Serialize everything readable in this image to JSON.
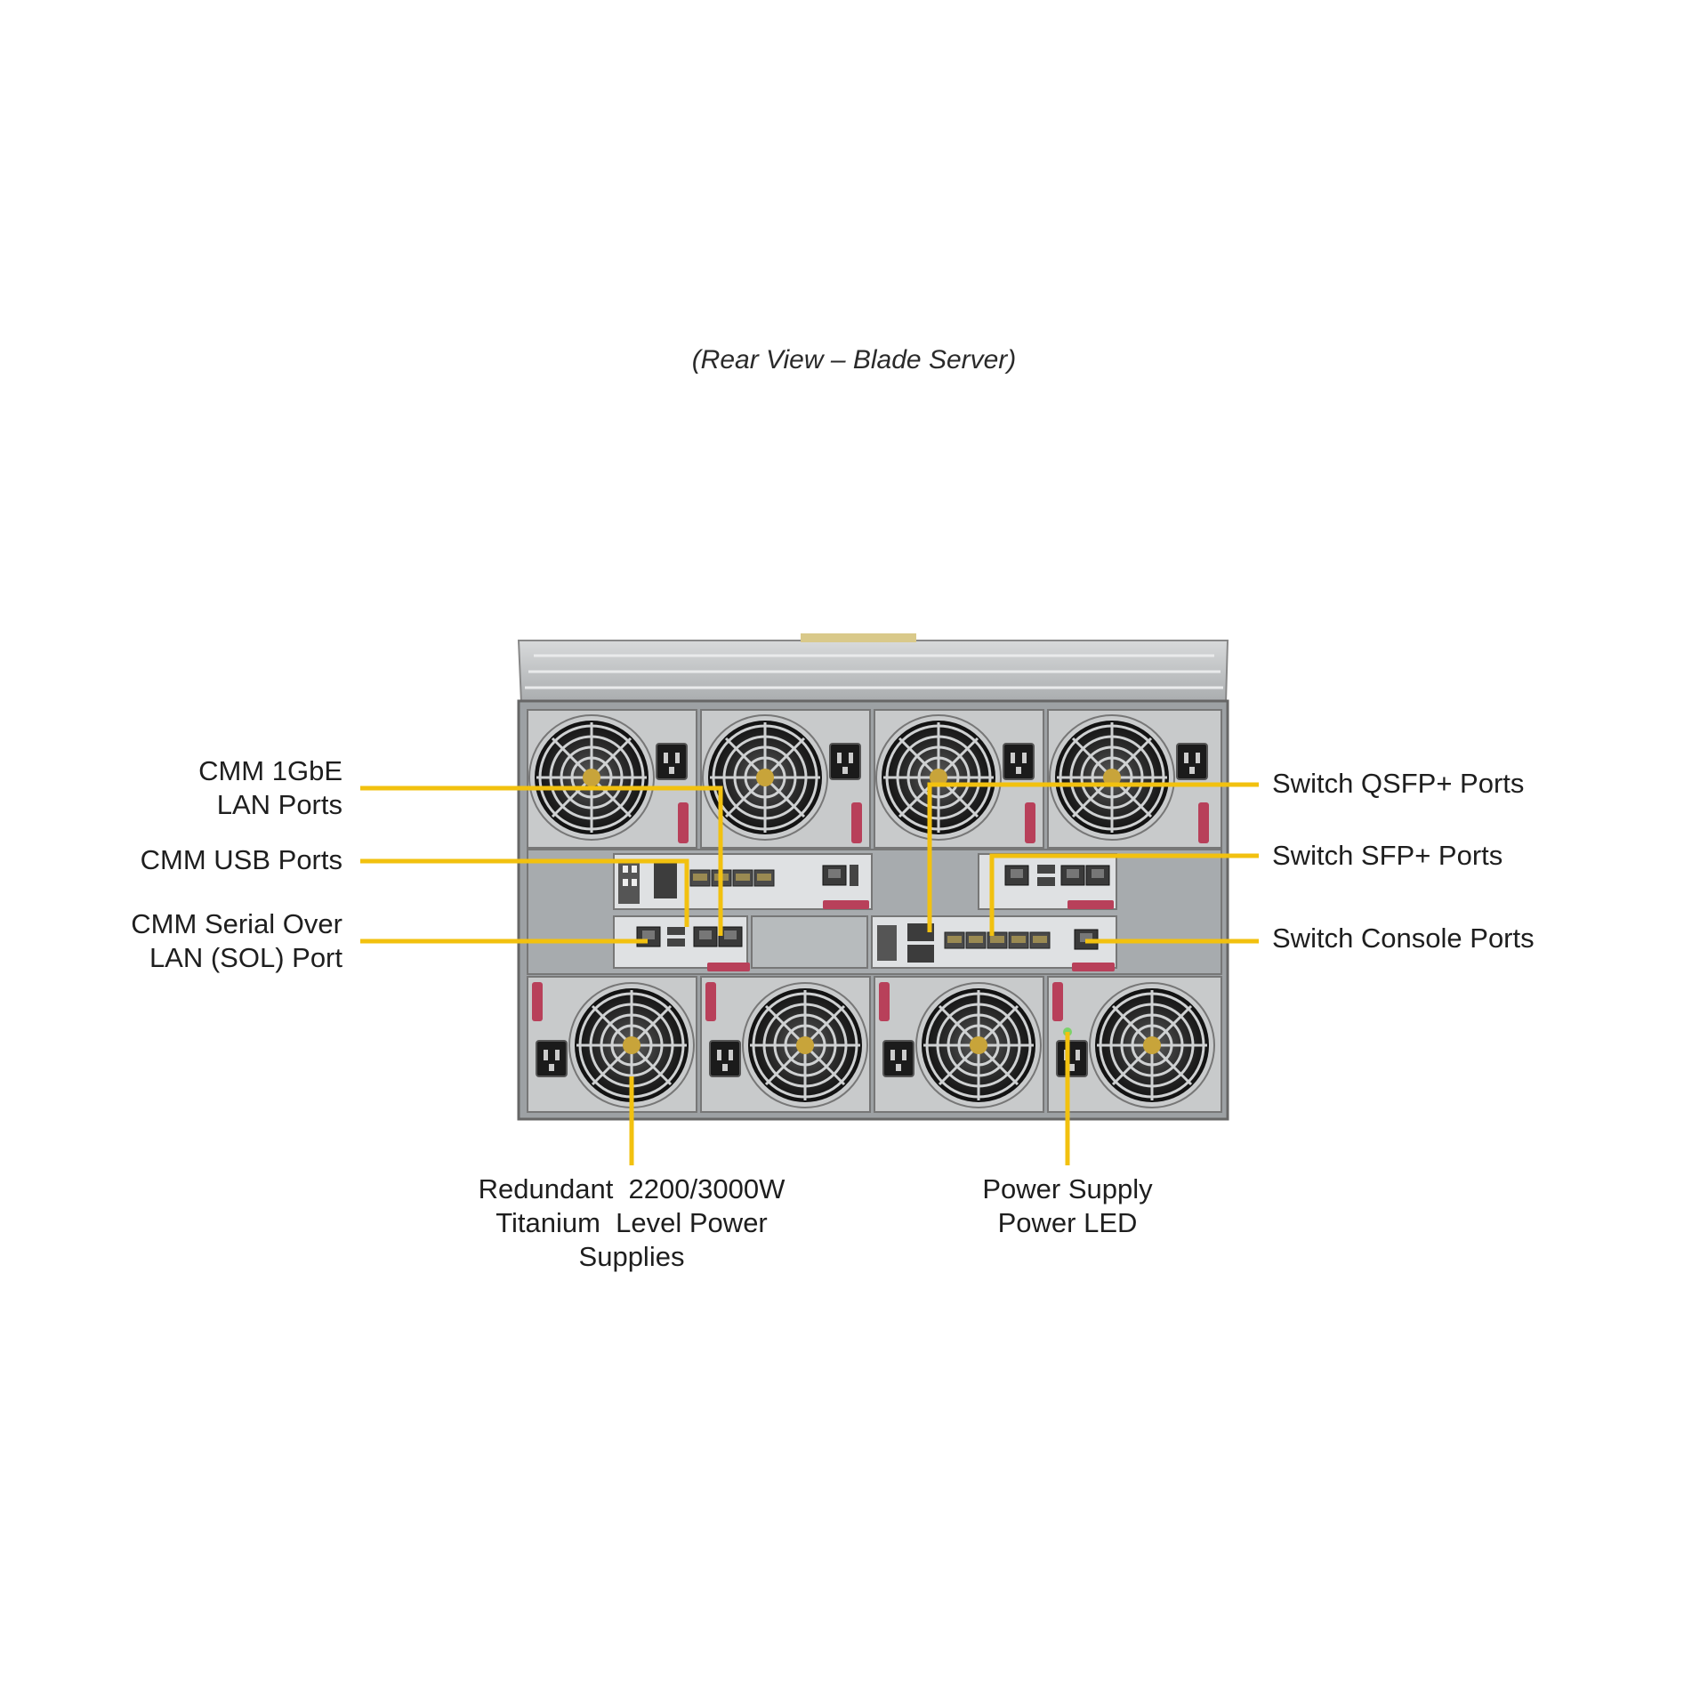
{
  "caption": "(Rear View – Blade Server)",
  "callouts": {
    "cmm_lan": [
      "CMM 1GbE",
      "LAN Ports"
    ],
    "cmm_usb": [
      "CMM USB Ports"
    ],
    "cmm_sol": [
      "CMM Serial Over",
      "LAN (SOL) Port"
    ],
    "switch_qsfp": [
      "Switch QSFP+ Ports"
    ],
    "switch_sfp": [
      "Switch SFP+ Ports"
    ],
    "switch_console": [
      "Switch Console Ports"
    ],
    "psu": [
      "Redundant  2200/3000W",
      "Titanium  Level Power",
      "Supplies"
    ],
    "psu_led": [
      "Power Supply",
      "Power LED"
    ]
  },
  "colors": {
    "leader": "#f2c10f",
    "chassis": "#b9bcbe",
    "chassis_dark": "#8f9396",
    "module": "#dfe1e3",
    "fan": "#2b2b2b",
    "latch": "#b8405a"
  },
  "icons": [
    "fan-icon",
    "power-inlet-icon",
    "rj45-port-icon",
    "sfp-port-icon",
    "qsfp-port-icon",
    "usb-port-icon"
  ]
}
